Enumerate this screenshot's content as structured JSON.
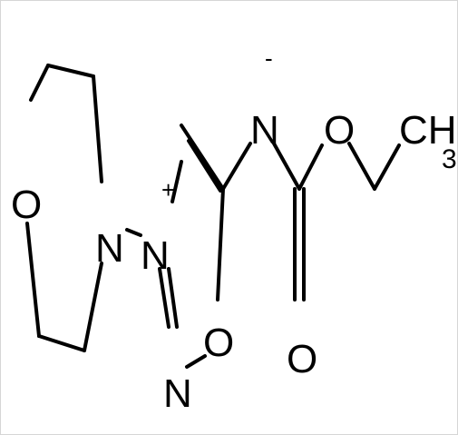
{
  "diagram": {
    "atoms": {
      "morpholine_O": "O",
      "morpholine_N": "N",
      "ring_N_plus": "N",
      "ring_N_plus_charge": "+",
      "ring_N_lower": "N",
      "ring_O": "O",
      "amide_N": "N",
      "amide_N_charge": "-",
      "ester_O": "O",
      "carbonyl_O": "O",
      "methyl_C": "CH",
      "methyl_subscript": "3"
    }
  }
}
